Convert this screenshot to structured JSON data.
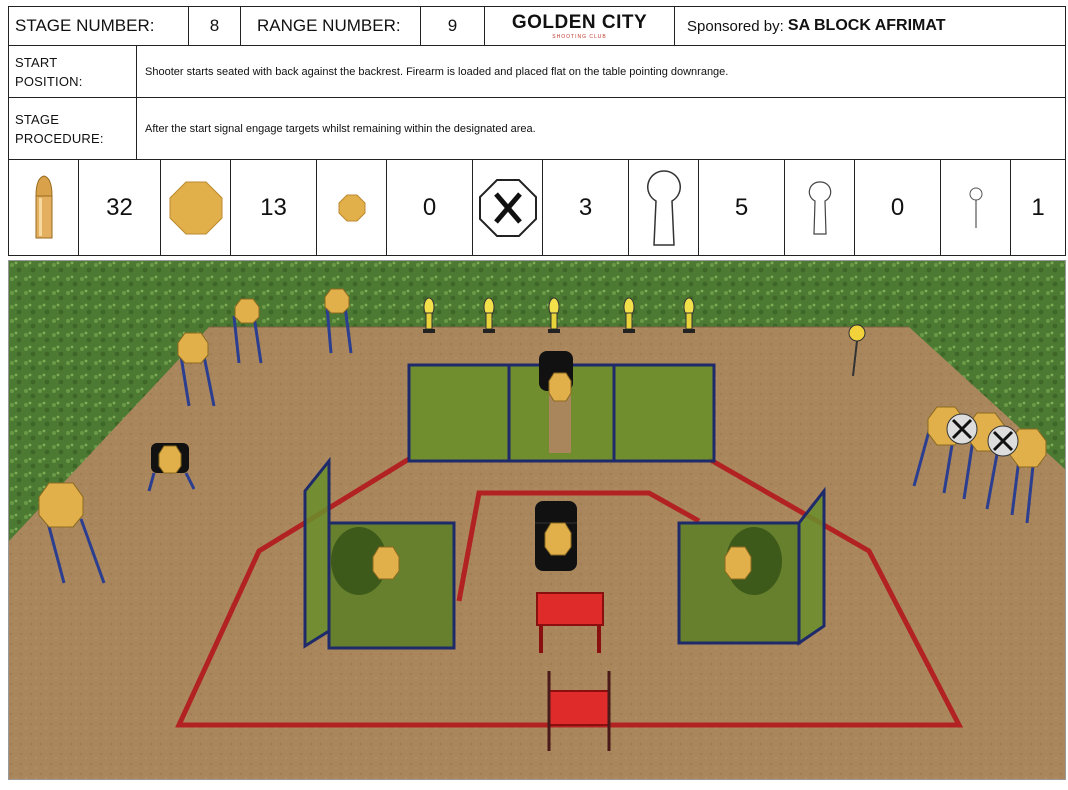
{
  "header": {
    "stage_label": "STAGE NUMBER:",
    "stage_value": "8",
    "range_label": "RANGE NUMBER:",
    "range_value": "9",
    "logo_title": "GOLDEN CITY",
    "logo_subtitle": "SHOOTING CLUB",
    "sponsor_prefix": "Sponsored by:",
    "sponsor_name": "SA BLOCK AFRIMAT"
  },
  "start_position": {
    "label_line1": "START",
    "label_line2": "POSITION:",
    "text": "Shooter starts seated with back against the backrest. Firearm is loaded and placed flat on the table pointing downrange."
  },
  "stage_procedure": {
    "label_line1": "STAGE",
    "label_line2": "PROCEDURE:",
    "text": "After the start signal engage targets whilst remaining within the designated area."
  },
  "counts": {
    "rounds": "32",
    "large_plates": "13",
    "small_plates": "0",
    "no_shoots": "3",
    "large_poppers": "5",
    "medium_poppers": "0",
    "mini_poppers": "1"
  },
  "icons": [
    "bullet-icon",
    "large-octagon-plate-icon",
    "small-octagon-plate-icon",
    "no-shoot-icon",
    "large-popper-icon",
    "medium-popper-icon",
    "mini-popper-icon"
  ],
  "colors": {
    "target_gold": "#e2b04a",
    "fault_line": "#b22222",
    "wall_green": "#6a8f2a",
    "ground": "#a9865c",
    "hedge": "#4d7a33",
    "frame_blue": "#2b3e8f",
    "table_red": "#e02b2b"
  }
}
